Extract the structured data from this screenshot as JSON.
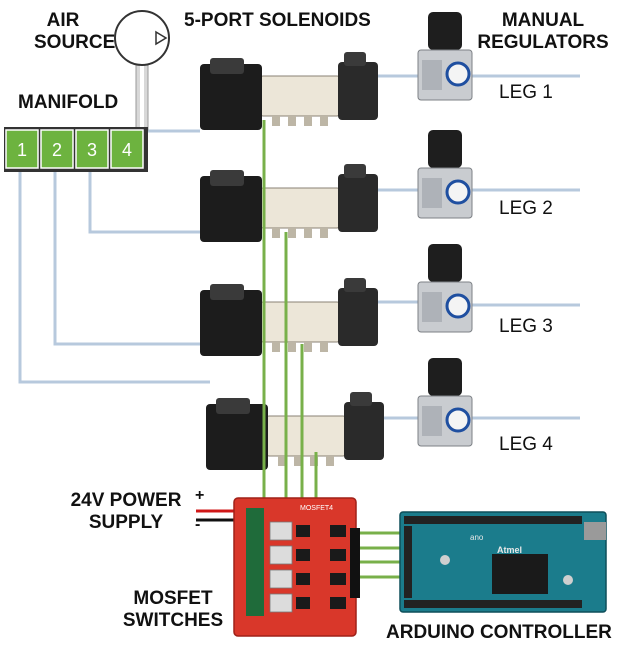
{
  "labels": {
    "air_source_1": "AIR",
    "air_source_2": "SOURCE",
    "solenoids": "5-PORT SOLENOIDS",
    "regulators_1": "MANUAL",
    "regulators_2": "REGULATORS",
    "manifold": "MANIFOLD",
    "power_1": "24V POWER",
    "power_2": "SUPPLY",
    "plus": "+",
    "minus": "-",
    "mosfet_1": "MOSFET",
    "mosfet_2": "SWITCHES",
    "arduino": "ARDUINO CONTROLLER"
  },
  "manifold_ports": [
    "1",
    "2",
    "3",
    "4"
  ],
  "legs": [
    "LEG 1",
    "LEG 2",
    "LEG 3",
    "LEG 4"
  ],
  "board_text": {
    "mosfet_board": "MOSFET4",
    "arduino_logo": "Atmel",
    "arduino_brand": "ano"
  },
  "colors": {
    "air_line": "#b7c9dd",
    "signal_wire": "#78b04a",
    "port_fill": "#6db33f",
    "mosfet_board": "#d9372a",
    "arduino_board": "#1b7c8c",
    "power_pos": "#d01818",
    "power_neg": "#111111"
  }
}
